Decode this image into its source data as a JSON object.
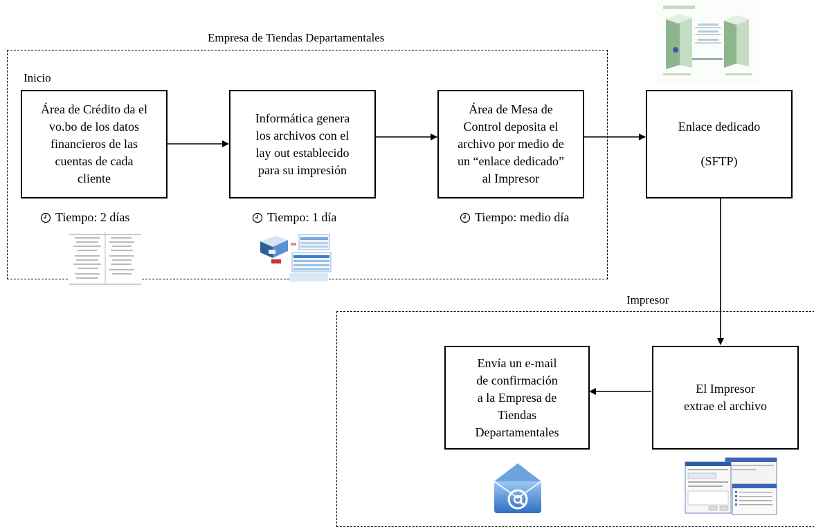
{
  "groups": {
    "empresa": "Empresa de Tiendas Departamentales",
    "impresor": "Impresor"
  },
  "start_label": "Inicio",
  "steps": {
    "credito": "Área de Crédito da el\nvo.bo de los datos\nfinancieros de las\ncuentas de cada\ncliente",
    "informatica": "Informática genera\nlos archivos con el\nlay out establecido\npara su impresión",
    "mesa_control": "Área de Mesa de\nControl deposita el\narchivo por medio de\nun “enlace dedicado”\nal Impresor",
    "enlace": "Enlace dedicado\n\n(SFTP)",
    "impresor_extrae": "El Impresor\nextrae el archivo",
    "email": "Envía un e-mail\nde confirmación\na la Empresa de\nTiendas\nDepartamentales"
  },
  "times": {
    "credito": "Tiempo: 2 días",
    "informatica": "Tiempo: 1 día",
    "mesa_control": "Tiempo: medio día"
  },
  "icons": {
    "clock": "clock-icon",
    "sftp": "sftp-servers-illustration",
    "table": "document-table-thumbnail",
    "printer": "printer-files-illustration",
    "email": "email-envelope-icon",
    "screens": "application-windows-thumbnail"
  }
}
